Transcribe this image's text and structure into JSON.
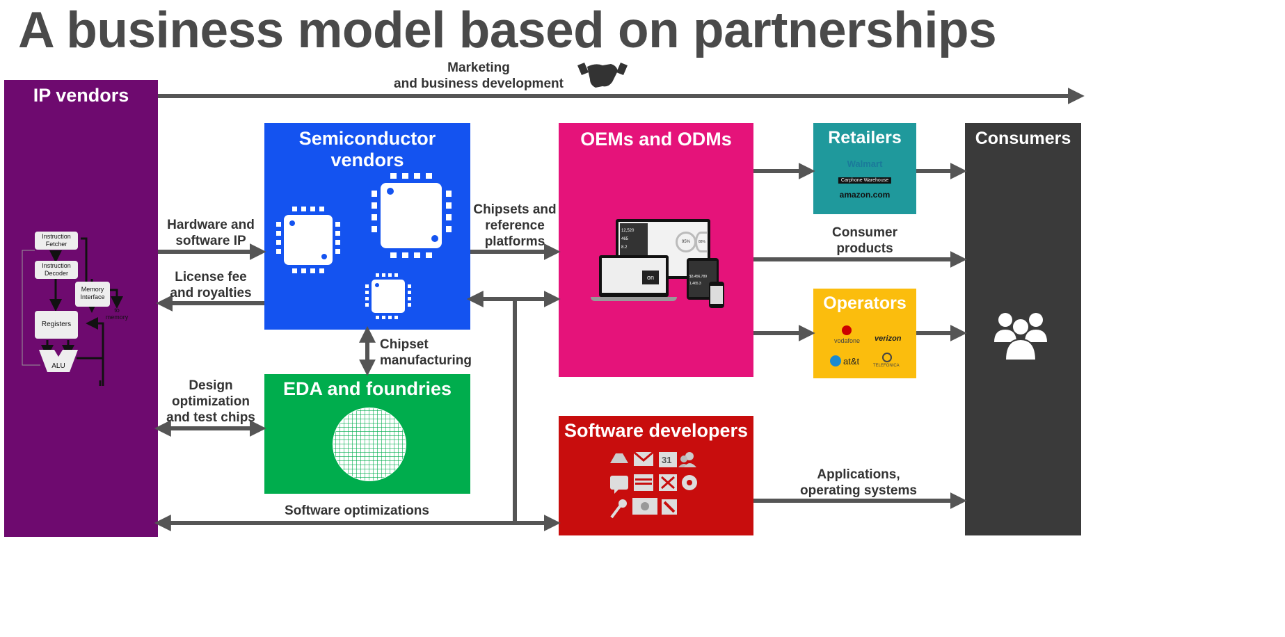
{
  "title": "A business model based on partnerships",
  "boxes": {
    "ip_vendors": {
      "label": "IP vendors",
      "color": "#6e0a6f"
    },
    "semiconductor": {
      "label": "Semiconductor\nvendors",
      "color": "#1453f0"
    },
    "eda": {
      "label": "EDA and foundries",
      "color": "#00ad4d"
    },
    "oems": {
      "label": "OEMs and ODMs",
      "color": "#e5137a"
    },
    "retailers": {
      "label": "Retailers",
      "color": "#1f999c"
    },
    "operators": {
      "label": "Operators",
      "color": "#fbbd0d"
    },
    "software_devs": {
      "label": "Software developers",
      "color": "#c80d0d"
    },
    "consumers": {
      "label": "Consumers",
      "color": "#3a3a3a"
    }
  },
  "cpu_diagram": {
    "instruction_fetcher": "Instruction\nFetcher",
    "instruction_decoder": "Instruction\nDecoder",
    "memory_interface": "Memory\nInterface",
    "registers": "Registers",
    "alu": "ALU",
    "to_memory": "to\nmemory"
  },
  "flows": {
    "marketing": "Marketing\nand business development",
    "hardware_ip": "Hardware and\nsoftware IP",
    "license": "License fee\nand royalties",
    "design_opt": "Design\noptimization\nand test chips",
    "chipset_mfg": "Chipset\nmanufacturing",
    "chipsets_ref": "Chipsets and\nreference\nplatforms",
    "consumer_products": "Consumer\nproducts",
    "apps_os": "Applications,\noperating systems",
    "software_opt": "Software optimizations"
  },
  "retailer_logos": [
    "Walmart",
    "Carphone Warehouse",
    "amazon.com"
  ],
  "operator_logos": [
    "vodafone",
    "verizon",
    "at&t",
    "TELEFONICA"
  ],
  "device_screen": {
    "stat1": "12,520",
    "stat2": "465",
    "stat3": "8.2",
    "gauge1": "95%",
    "gauge2": "88%",
    "laptop": "on",
    "tablet_value": "$3,456,789",
    "tablet_value2": "1,465.3"
  },
  "software_icons": [
    "drive-icon",
    "gmail-icon",
    "calendar-icon",
    "contacts-icon",
    "hangouts-icon",
    "browser-window-icon",
    "tools-icon",
    "chrome-icon",
    "key-icon",
    "presentation-icon",
    "news-icon"
  ],
  "calendar_day": "31",
  "colors": {
    "arrow": "#555555",
    "text": "#333333"
  }
}
